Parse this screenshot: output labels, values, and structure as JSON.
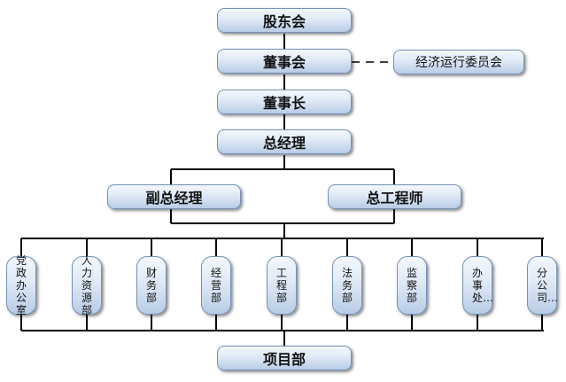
{
  "top": {
    "shareholders": "股东会",
    "board": "董事会",
    "committee": "经济运行委员会",
    "chairman": "董事长",
    "general_manager": "总经理",
    "deputy_gm": "副总经理",
    "chief_engineer": "总工程师",
    "project_dept": "项目部"
  },
  "departments": [
    "党政办公室",
    "人力资源部",
    "财务部",
    "经营部",
    "工程部",
    "法务部",
    "监察部",
    "办事处…",
    "分公司…"
  ]
}
